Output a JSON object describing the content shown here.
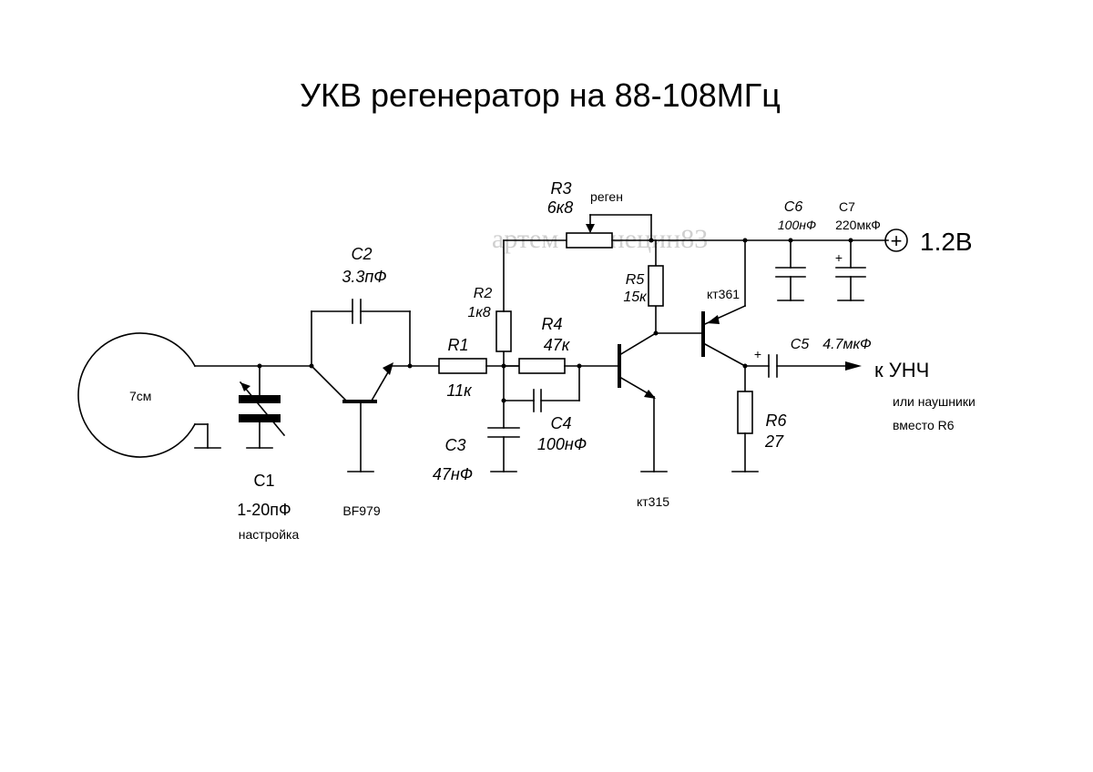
{
  "title": "УКВ регенератор на 88-108МГц",
  "watermark": "артем кюзнецин83",
  "components": {
    "loop": {
      "size": "7см"
    },
    "c1": {
      "name": "C1",
      "value": "1-20пФ",
      "note": "настройка"
    },
    "c2": {
      "name": "C2",
      "value": "3.3пФ"
    },
    "q1": {
      "name": "BF979"
    },
    "r1": {
      "name": "R1",
      "value": "11к"
    },
    "r2": {
      "name": "R2",
      "value": "1к8"
    },
    "r3": {
      "name": "R3",
      "value": "6к8",
      "note": "реген"
    },
    "r4": {
      "name": "R4",
      "value": "47к"
    },
    "c3": {
      "name": "C3",
      "value": "47нФ"
    },
    "c4": {
      "name": "C4",
      "value": "100нФ"
    },
    "r5": {
      "name": "R5",
      "value": "15к"
    },
    "q2": {
      "name": "кт315"
    },
    "q3": {
      "name": "кт361"
    },
    "c5": {
      "name": "C5",
      "value": "4.7мкФ",
      "polarity": "+"
    },
    "r6": {
      "name": "R6",
      "value": "27"
    },
    "c6": {
      "name": "C6",
      "value": "100нФ"
    },
    "c7": {
      "name": "C7",
      "value": "220мкФ",
      "polarity": "+"
    }
  },
  "power": {
    "symbol": "+",
    "voltage": "1.2В"
  },
  "output": {
    "label": "к УНЧ",
    "note_line1": "или наушники",
    "note_line2": "вместо R6"
  }
}
